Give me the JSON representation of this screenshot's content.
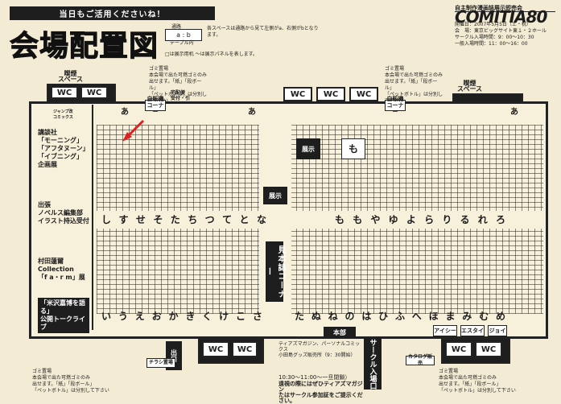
{
  "header": {
    "banner": "当日もご活用くださいね！",
    "title": "会場配置図"
  },
  "legend": {
    "label": "通路",
    "box": "a : b",
    "sub": "テーブル内",
    "desc": "各スペースは通路から見て左側がa、右側がbとなります。",
    "note": "□は展示用机 〜は展示パネルを表します。"
  },
  "info": {
    "org": "自主制作漫画誌展示即売会",
    "logo": "COMITIA80",
    "date": "開催日：2007年5月5日（土・祝）",
    "venue": "会　場：東京ビッグサイト東１・２ホール",
    "circle_time": "サークル入場時間：9：00〜10：30",
    "general_time": "一般入場時間：11：00〜16：00"
  },
  "map": {
    "smoking_left": "喫煙\nスペース",
    "smoking_right": "喫煙\nスペース",
    "wc": "WC",
    "trash": "ゴミ置場",
    "row_a": "あ",
    "takuhai": "宅配便\n受付・引",
    "jihanki": "自販機\nコーナー",
    "jihanki2": "自販機\nコーナー",
    "exhibit": "展示",
    "mo": "も",
    "mihon": "見本誌コーナー",
    "honbu": "本部",
    "deguchi": "出口",
    "circle_entrance": "サークル入場口",
    "chirashi": "チラシ置場",
    "catalog": "カタログ販売",
    "aisy": "アイシー",
    "esutai": "エスタイ",
    "joi": "ジョイ",
    "teear": "ティアズマガジン、パーソナルコミックス\n小田島グッズ販売所（9：30開始）",
    "schedule": "10:30〜11:00〜一旦閉鎖）",
    "teear_note": "遠視の際にはぜひティアズマガジン\nたはサークル参加証をご提示ください。",
    "upper_letters": [
      "し",
      "す",
      "せ",
      "そ",
      "た",
      "ち",
      "つ",
      "て",
      "と",
      "な",
      "も",
      "も",
      "や",
      "ゆ",
      "よ",
      "ら",
      "り",
      "る",
      "れ",
      "ろ"
    ],
    "lower_letters": [
      "い",
      "う",
      "え",
      "お",
      "か",
      "き",
      "く",
      "け",
      "こ",
      "さ",
      "た",
      "ぬ",
      "ね",
      "の",
      "は",
      "ひ",
      "ふ",
      "へ",
      "ほ",
      "ま",
      "み",
      "む",
      "め"
    ]
  },
  "side_panel": {
    "kodansha": "講談社\n「モーニング」\n「アフタヌーン」\n「イブニング」\n企画展",
    "jump": "ジャンプ改\nコミックス",
    "novels": "出張\nノベルス編集部\nイラスト持込受付",
    "murata": "村田蓮爾\nCollection\n「f a・r m」展",
    "yonezawa": "「米沢嘉博を語る」\n公開トークライブ"
  },
  "notes": {
    "trash_note": "ゴミ置場\n本会場で出た可燃ゴミのみ\n出せます。「紙」「段ボール」\n「ペットボトル」は分別して下さい",
    "trash_note_right": "ゴミ置場\n本会場で出た可燃ゴミのみ\n出せます。「紙」「段ボール」\n「ペットボトル」は分別して下さい"
  }
}
